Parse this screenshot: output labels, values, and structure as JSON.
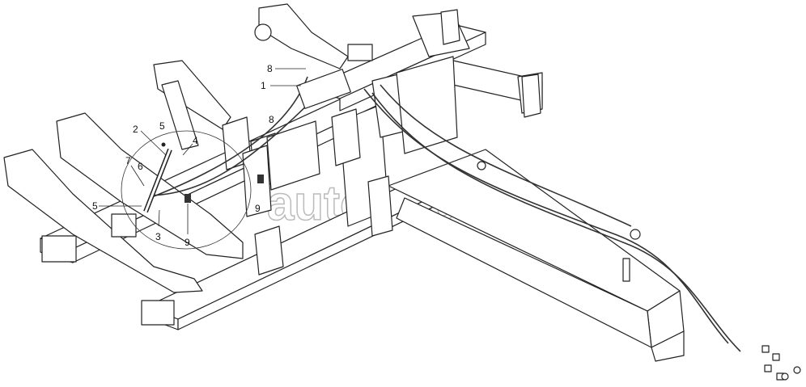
{
  "diagram": {
    "callouts": [
      {
        "id": "1",
        "text": "1"
      },
      {
        "id": "2",
        "text": "2"
      },
      {
        "id": "3",
        "text": "3"
      },
      {
        "id": "4",
        "text": "4"
      },
      {
        "id": "5a",
        "text": "5"
      },
      {
        "id": "5b",
        "text": "5"
      },
      {
        "id": "6",
        "text": "6"
      },
      {
        "id": "7",
        "text": "7"
      },
      {
        "id": "8a",
        "text": "8"
      },
      {
        "id": "8b",
        "text": "8"
      },
      {
        "id": "9a",
        "text": "9"
      },
      {
        "id": "9b",
        "text": "9"
      }
    ],
    "watermark": "autopiter.ru"
  }
}
